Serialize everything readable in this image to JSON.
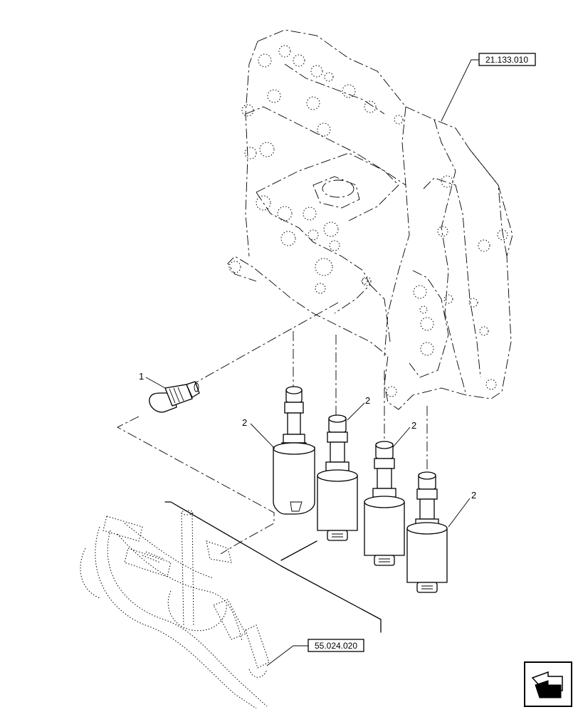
{
  "references": {
    "top": "21.133.010",
    "bottom": "55.024.020"
  },
  "callouts": {
    "sensor": "1",
    "valve_a": "2",
    "valve_b": "2",
    "valve_c": "2",
    "valve_d": "2"
  },
  "icons": {
    "nav": "next-page-arrow-icon"
  }
}
